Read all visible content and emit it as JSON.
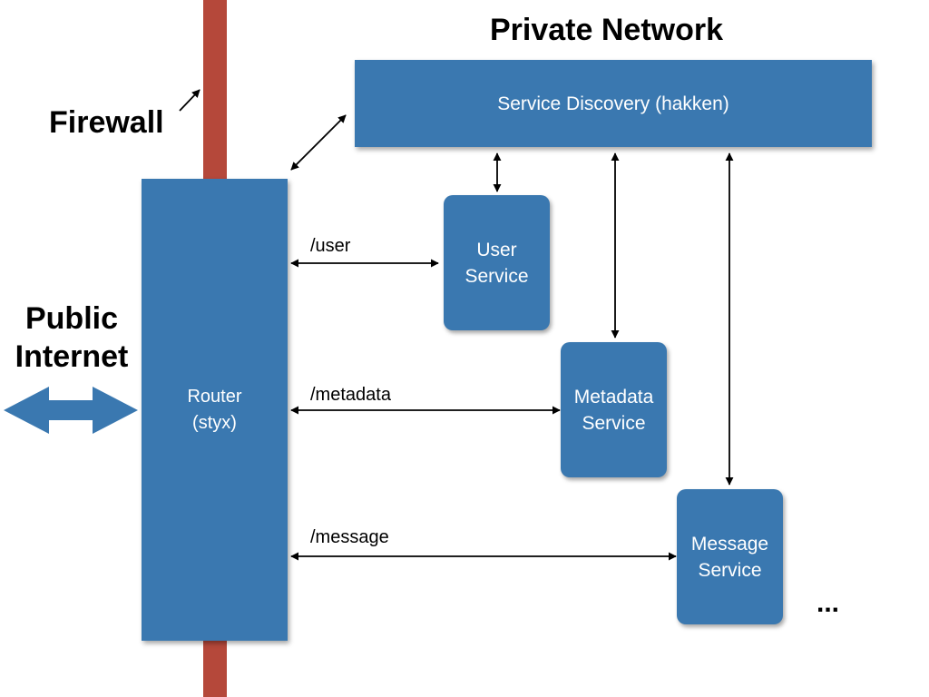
{
  "title": "Private Network",
  "firewall_label": "Firewall",
  "public_label": "Public\nInternet",
  "service_discovery": "Service Discovery (hakken)",
  "router": "Router\n(styx)",
  "services": {
    "user": "User\nService",
    "metadata": "Metadata\nService",
    "message": "Message\nService"
  },
  "routes": {
    "user": "/user",
    "metadata": "/metadata",
    "message": "/message"
  },
  "ellipsis": "...",
  "colors": {
    "box": "#3a78b0",
    "firewall": "#b5483a",
    "arrow": "#000000"
  }
}
